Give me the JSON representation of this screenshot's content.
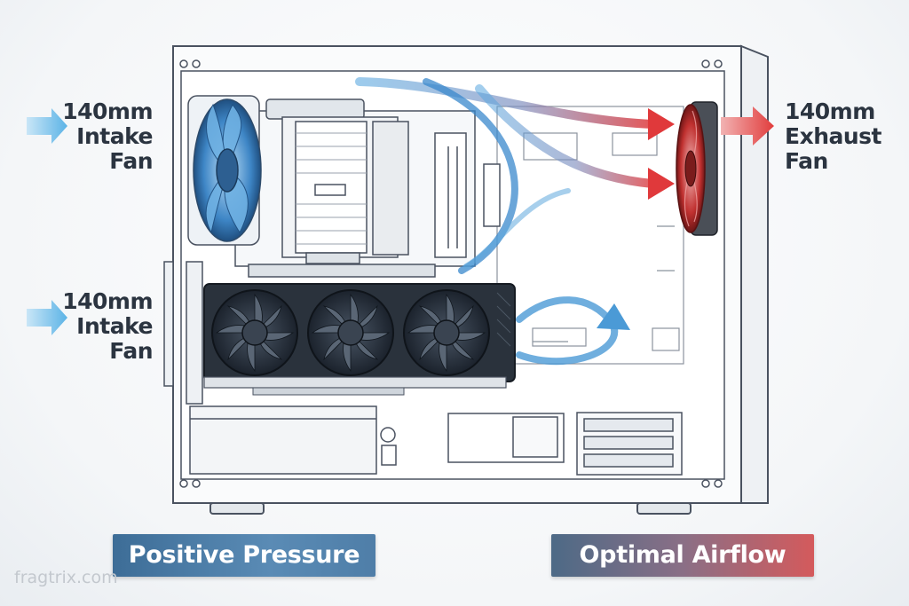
{
  "labels": {
    "intake_top": {
      "line1": "140mm",
      "line2": "Intake",
      "line3": "Fan"
    },
    "intake_bottom": {
      "line1": "140mm",
      "line2": "Intake",
      "line3": "Fan"
    },
    "exhaust": {
      "line1": "140mm",
      "line2": "Exhaust",
      "line3": "Fan"
    }
  },
  "banners": {
    "positive": "Positive Pressure",
    "optimal": "Optimal Airflow"
  },
  "watermark": "fragtrix.com",
  "colors": {
    "intake": "#4a9fd8",
    "exhaust": "#d93a3a",
    "outline": "#4a5260"
  }
}
